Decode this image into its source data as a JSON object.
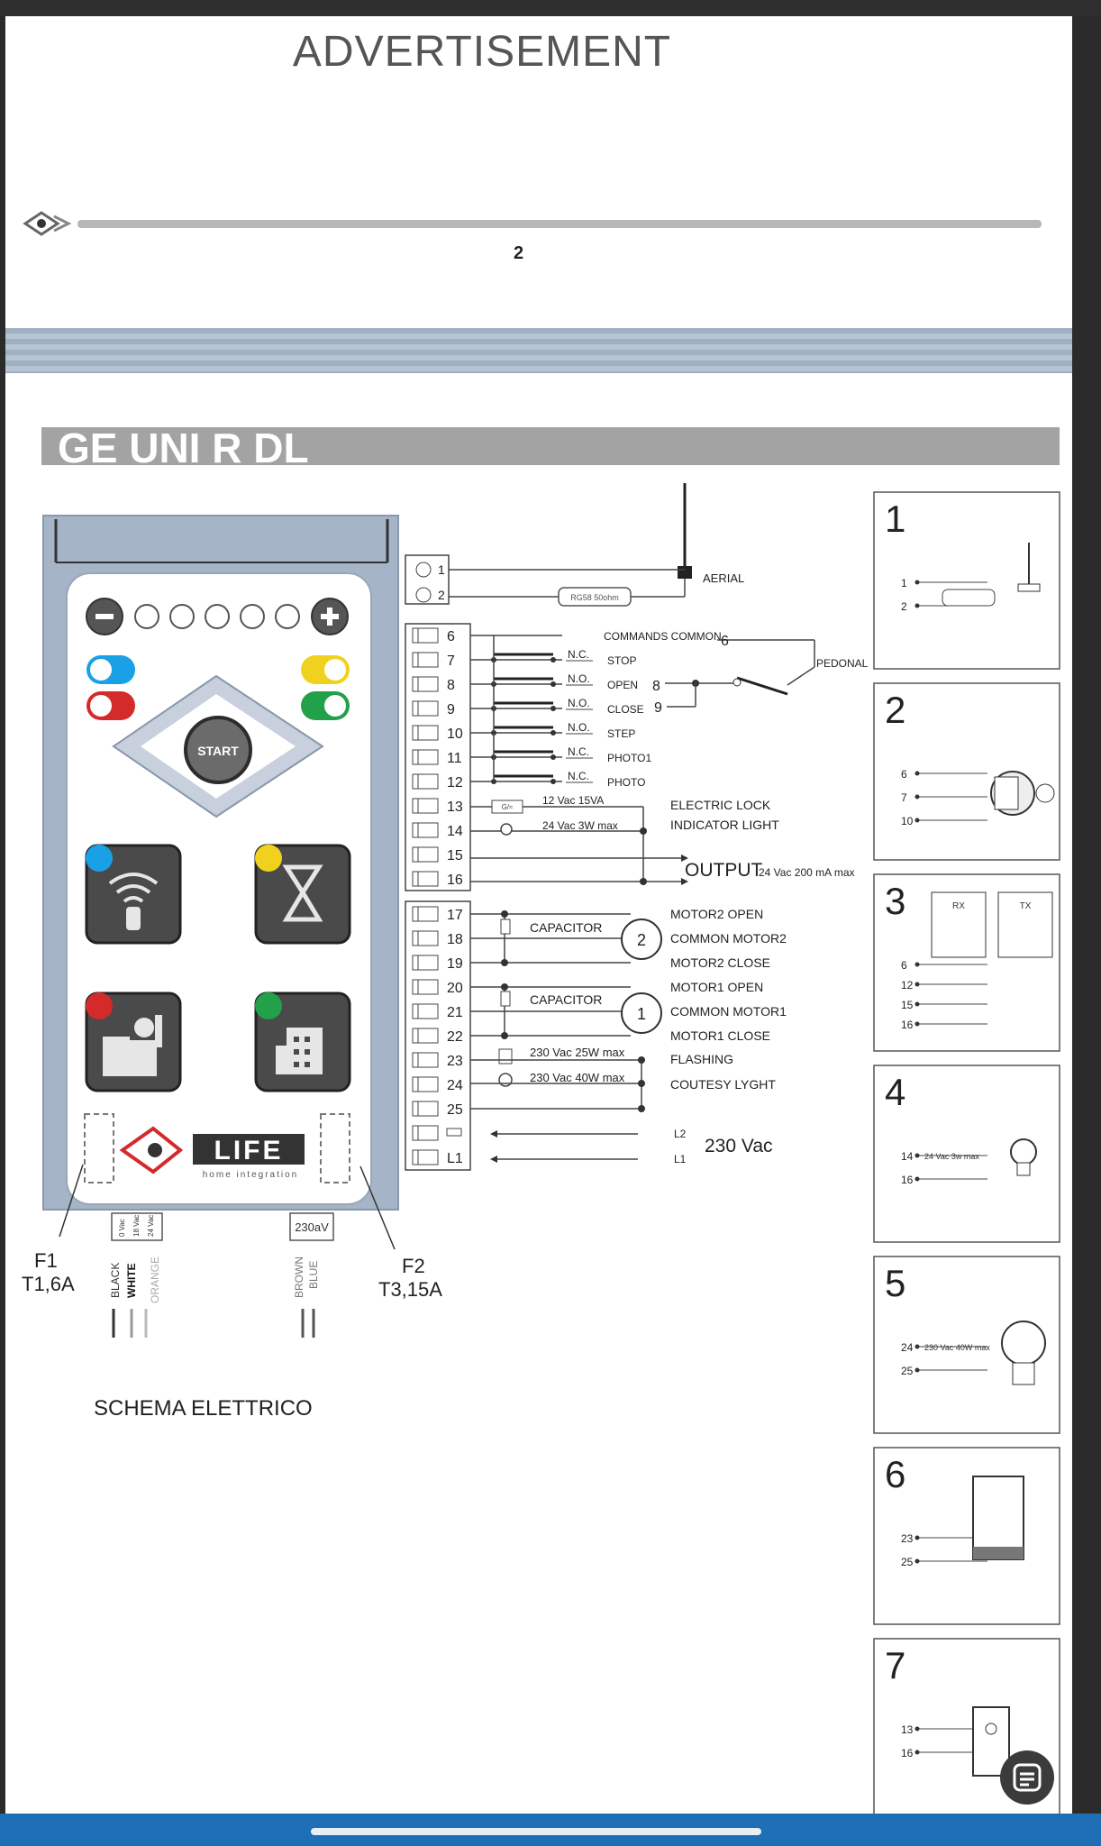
{
  "page": {
    "ad_title": "ADVERTISEMENT",
    "page_number": "2",
    "section_title": "GE UNI R DL"
  },
  "panel": {
    "start_label": "START",
    "brand": "LIFE",
    "brand_sub": "home integration",
    "fuse1_name": "F1",
    "fuse1_rating": "T1,6A",
    "fuse2_name": "F2",
    "fuse2_rating": "T3,15A",
    "power_label": "230aV",
    "low_voltage_labels": [
      "0 Vac",
      "18 Vac",
      "24 Vac"
    ],
    "wire_left": [
      "BLACK",
      "WHITE",
      "ORANGE"
    ],
    "wire_right": [
      "BROWN",
      "BLUE"
    ],
    "caption": "SCHEMA ELETTRICO"
  },
  "terminals": {
    "aerial": [
      "1",
      "2"
    ],
    "block1": [
      "6",
      "7",
      "8",
      "9",
      "10",
      "11",
      "12",
      "13",
      "14",
      "15",
      "16"
    ],
    "block2": [
      "17",
      "18",
      "19",
      "20",
      "21",
      "22",
      "23",
      "24",
      "25",
      "",
      "L1"
    ]
  },
  "wiring": {
    "aerial_label": "AERIAL",
    "cable_label": "RG58 50ohm",
    "contacts": [
      "N.C.",
      "N.O.",
      "N.O.",
      "N.O.",
      "N.C.",
      "N.C."
    ],
    "command_labels": [
      "COMMANDS COMMON",
      "STOP",
      "OPEN",
      "CLOSE",
      "STEP",
      "PHOTO1",
      "PHOTO"
    ],
    "pedonal_label": "PEDONAL",
    "pedonal_numbers": [
      "6",
      "8",
      "9"
    ],
    "lock_spec": "12 Vac 15VA",
    "lamp_spec": "24 Vac 3W max",
    "lock_label": "ELECTRIC LOCK",
    "indicator_label": "INDICATOR LIGHT",
    "output_label": "OUTPUT",
    "output_spec": "24 Vac 200 mA max",
    "capacitor_label": "CAPACITOR",
    "motor_labels": [
      "MOTOR2 OPEN",
      "COMMON MOTOR2",
      "MOTOR2 CLOSE",
      "MOTOR1 OPEN",
      "COMMON MOTOR1",
      "MOTOR1 CLOSE"
    ],
    "motor_numbers": [
      "2",
      "1"
    ],
    "flash_spec": "230 Vac 25W max",
    "courtesy_spec": "230 Vac 40W max",
    "flash_label": "FLASHING",
    "courtesy_label": "COUTESY LYGHT",
    "mains_l2": "L2",
    "mains_l1": "L1",
    "mains_label": "230 Vac"
  },
  "side_panels": [
    {
      "number": "1",
      "pins": [
        "1",
        "2"
      ],
      "note": ""
    },
    {
      "number": "2",
      "pins": [
        "6",
        "7",
        "10"
      ],
      "note": ""
    },
    {
      "number": "3",
      "pins": [
        "6",
        "12",
        "15",
        "16"
      ],
      "note": "",
      "rx": "RX",
      "tx": "TX"
    },
    {
      "number": "4",
      "pins": [
        "14",
        "16"
      ],
      "note": "24 Vac 3w max"
    },
    {
      "number": "5",
      "pins": [
        "24",
        "25"
      ],
      "note": "230 Vac 40W max"
    },
    {
      "number": "6",
      "pins": [
        "23",
        "25"
      ],
      "note": ""
    },
    {
      "number": "7",
      "pins": [
        "13",
        "16"
      ],
      "note": ""
    }
  ],
  "colors": {
    "panel_bg": "#a6b4c8",
    "body_bg": "#ffffff",
    "led_blue": "#1aa0e6",
    "led_red": "#d42a2a",
    "led_yellow": "#f0d21e",
    "led_green": "#22a04a",
    "bottom_bar": "#1e6fb5"
  }
}
